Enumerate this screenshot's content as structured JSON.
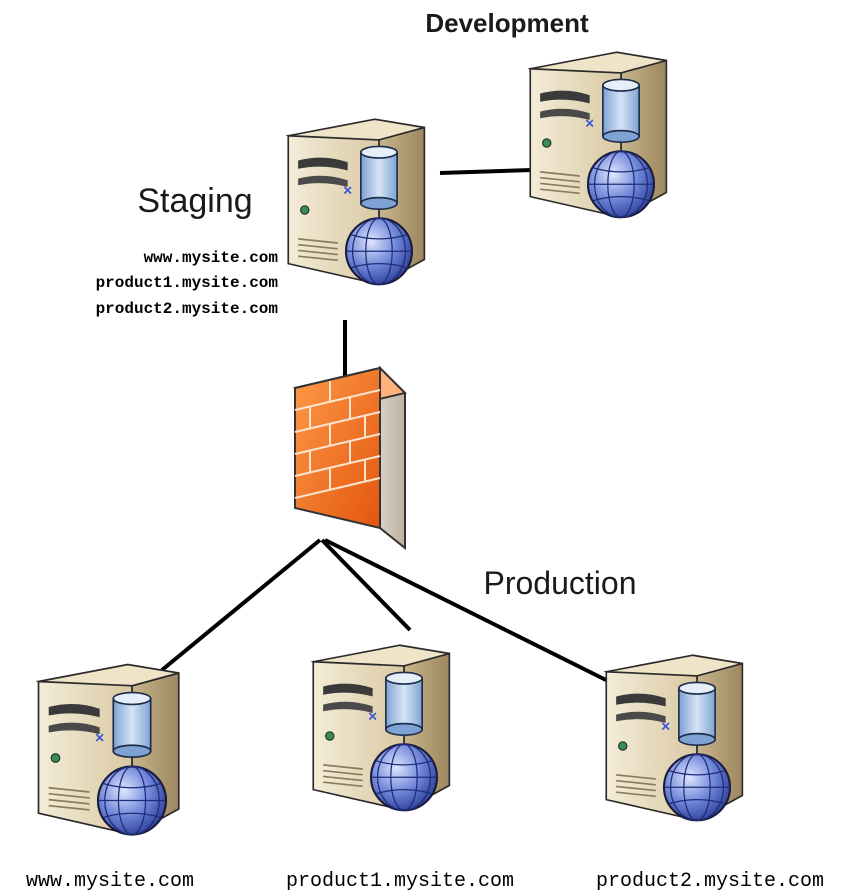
{
  "diagram": {
    "labels": {
      "development": "Development",
      "staging": "Staging",
      "production": "Production"
    },
    "staging_hosts": [
      "www.mysite.com",
      "product1.mysite.com",
      "product2.mysite.com"
    ],
    "production_hosts": [
      "www.mysite.com",
      "product1.mysite.com",
      "product2.mysite.com"
    ],
    "nodes": [
      {
        "id": "development-server",
        "kind": "server",
        "icon": "server-icon"
      },
      {
        "id": "staging-server",
        "kind": "server",
        "icon": "server-icon"
      },
      {
        "id": "firewall",
        "kind": "firewall",
        "icon": "firewall-icon"
      },
      {
        "id": "production-server-www",
        "kind": "server",
        "icon": "server-icon"
      },
      {
        "id": "production-server-product1",
        "kind": "server",
        "icon": "server-icon"
      },
      {
        "id": "production-server-product2",
        "kind": "server",
        "icon": "server-icon"
      }
    ],
    "edges": [
      {
        "from": "staging-server",
        "to": "development-server"
      },
      {
        "from": "staging-server",
        "to": "firewall"
      },
      {
        "from": "firewall",
        "to": "production-server-www"
      },
      {
        "from": "firewall",
        "to": "production-server-product1"
      },
      {
        "from": "firewall",
        "to": "production-server-product2"
      }
    ],
    "colors": {
      "server_body": "#e8dcc0",
      "server_side": "#b8a47e",
      "firewall": "#f0701e",
      "globe": "#4a64c8",
      "database": "#a8c4e8",
      "connector": "#000000"
    }
  }
}
